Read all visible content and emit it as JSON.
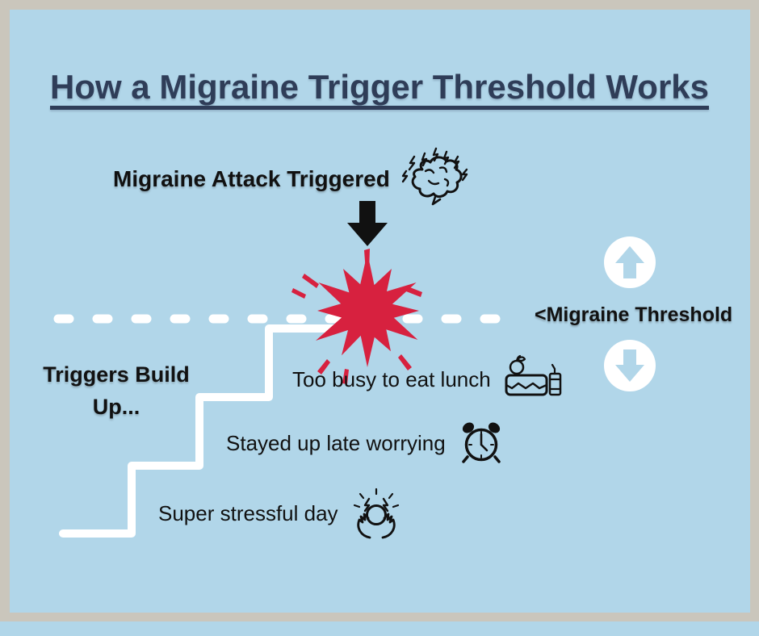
{
  "title": "How a Migraine Trigger Threshold Works",
  "attack": {
    "label": "Migraine Attack Triggered",
    "icon": "brain-lightning-icon"
  },
  "threshold": {
    "label": "<Migraine Threshold",
    "line_style": "white-dashed"
  },
  "triggers": {
    "heading": "Triggers Build Up...",
    "steps": [
      {
        "label": "Super stressful day",
        "icon": "stress-icon"
      },
      {
        "label": "Stayed up late worrying",
        "icon": "alarm-clock-icon"
      },
      {
        "label": "Too busy to eat lunch",
        "icon": "lunchbox-icon"
      }
    ]
  },
  "icons": {
    "pointer": "down-arrow-icon",
    "impact": "burst-icon",
    "up": "arrow-up-circle-icon",
    "down": "arrow-down-circle-icon"
  },
  "colors": {
    "frame": "#cac6bc",
    "panel": "#b1d6e9",
    "title": "#2f3d58",
    "text": "#111111",
    "burst": "#d7213f",
    "line": "#ffffff"
  }
}
